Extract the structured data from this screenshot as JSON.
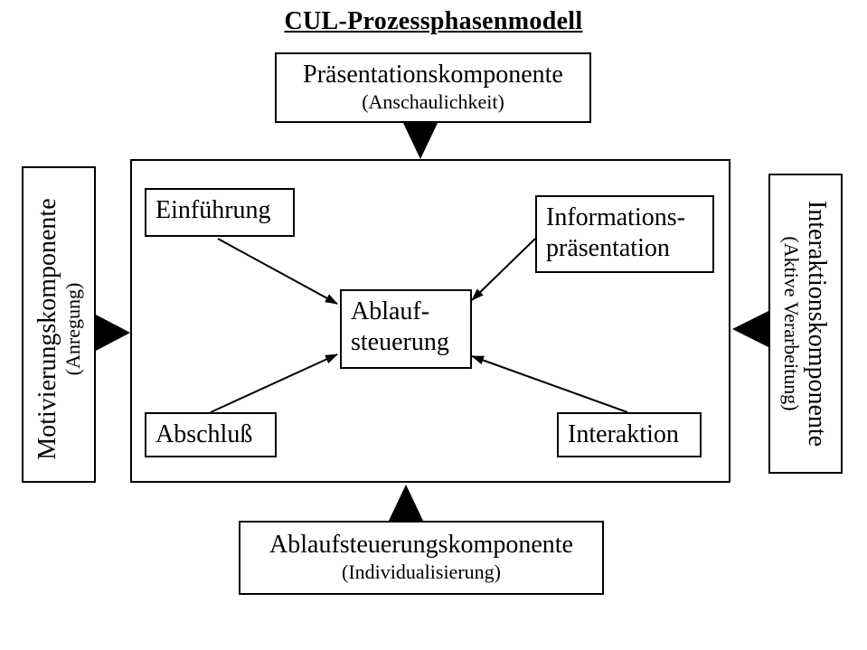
{
  "title": "CUL-Prozessphasenmodell",
  "components": {
    "top": {
      "main": "Präsentationskomponente",
      "sub": "(Anschaulichkeit)"
    },
    "bottom": {
      "main": "Ablaufsteuerungskomponente",
      "sub": "(Individualisierung)"
    },
    "left": {
      "main": "Motivierungskomponente",
      "sub": "(Anregung)"
    },
    "right": {
      "main": "Interaktionskomponente",
      "sub": "(Aktive Verarbeitung)"
    }
  },
  "phases": {
    "intro": "Einführung",
    "info": "Informations-\npräsentation",
    "center": "Ablauf-\nsteuerung",
    "close": "Abschluß",
    "interaction": "Interaktion"
  }
}
